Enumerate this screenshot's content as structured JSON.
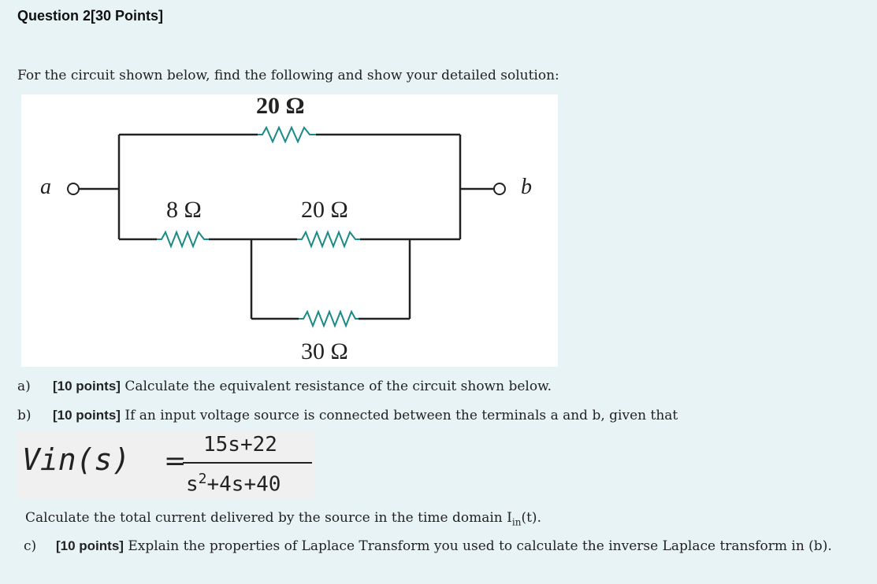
{
  "header": {
    "title": "Question 2[30 Points]"
  },
  "intro": "For the circuit shown below, find the following and show your detailed solution:",
  "circuit": {
    "r_top": "20 Ω",
    "r_left": "8 Ω",
    "r_mid": "20 Ω",
    "r_bottom": "30 Ω",
    "terminal_a": "a",
    "terminal_b": "b",
    "wire_color": "#222222",
    "resistor_color": "#1a8a86"
  },
  "parts": {
    "a": {
      "letter": "a)",
      "points": "[10 points]",
      "text": " Calculate the equivalent resistance of the circuit shown below."
    },
    "b": {
      "letter": "b)",
      "points": "[10 points]",
      "text": " If an input voltage source is connected between the terminals a and b, given that"
    },
    "current_prefix": "Calculate the total current delivered by the source in the time domain I",
    "current_sub": "in",
    "current_suffix": "(t).",
    "c": {
      "letter": "c)",
      "points": "[10 points]",
      "text": " Explain the properties of Laplace Transform you used to calculate the inverse Laplace transform in (b)."
    }
  },
  "equation": {
    "lhs": "Vin(s)",
    "equals": "=",
    "numerator": "15s+22",
    "denominator_s": "s",
    "denominator_exp": "2",
    "denominator_rest": "+4s+40"
  }
}
